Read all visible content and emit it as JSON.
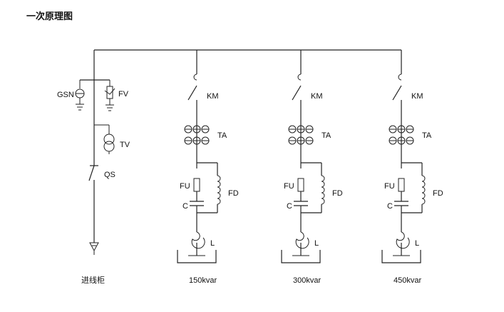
{
  "title": "一次原理图",
  "incoming": {
    "labels": {
      "gsn": "GSN",
      "fv": "FV",
      "tv": "TV",
      "qs": "QS"
    },
    "caption": "进线柜"
  },
  "branches": [
    {
      "km": "KM",
      "ta": "TA",
      "fu": "FU",
      "fd": "FD",
      "c": "C",
      "l": "L",
      "caption": "150kvar"
    },
    {
      "km": "KM",
      "ta": "TA",
      "fu": "FU",
      "fd": "FD",
      "c": "C",
      "l": "L",
      "caption": "300kvar"
    },
    {
      "km": "KM",
      "ta": "TA",
      "fu": "FU",
      "fd": "FD",
      "c": "C",
      "l": "L",
      "caption": "450kvar"
    }
  ]
}
